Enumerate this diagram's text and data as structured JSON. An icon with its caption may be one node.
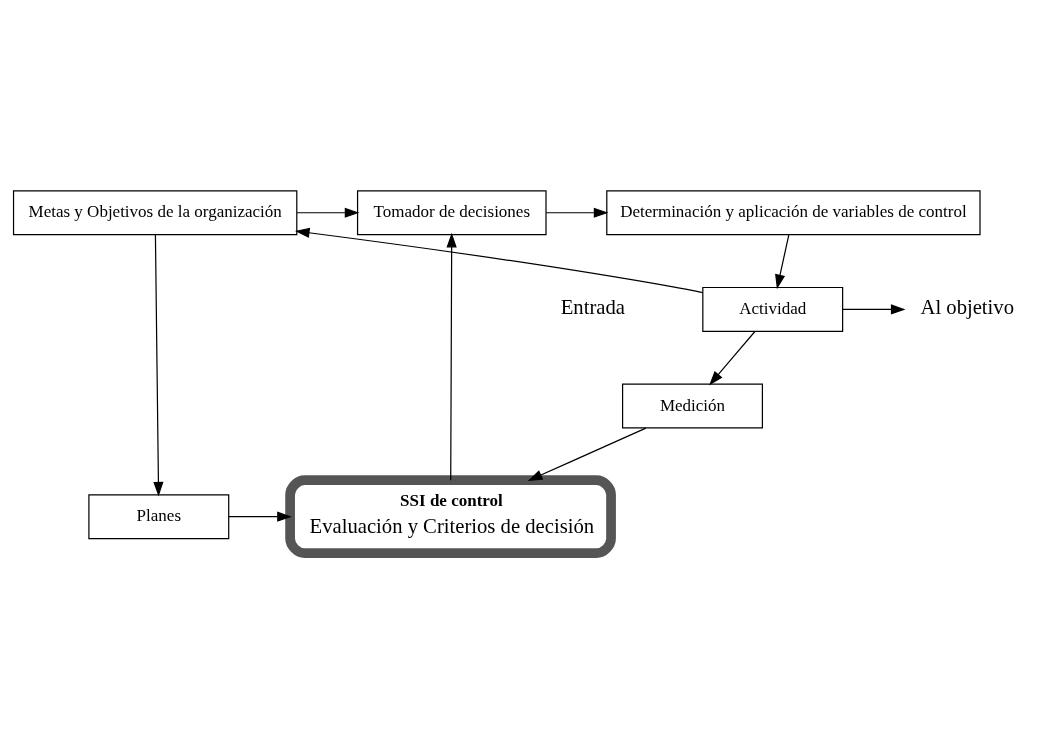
{
  "diagram": {
    "nodes": [
      {
        "text": [
          "Determinación y aplicación de variables de control"
        ]
      },
      {
        "text": [
          "Tomador de decisiones"
        ]
      },
      {
        "text": [
          "Metas y Objetivos de la organización"
        ]
      },
      {
        "text": [
          "SSI de control",
          "Evaluación y Criterios de decisión"
        ]
      },
      {
        "text": [
          "Planes"
        ]
      },
      {
        "text": [
          "Medición"
        ]
      },
      {
        "text": [
          "Actividad"
        ]
      },
      {
        "text": [
          "Al objetivo"
        ]
      }
    ],
    "edges": [
      {
        "from": 2,
        "to": 1,
        "arrow": "to"
      },
      {
        "from": 1,
        "to": 0,
        "arrow": "to"
      },
      {
        "from": 0,
        "to": 6,
        "arrow": "to"
      },
      {
        "from": 6,
        "to": 7,
        "arrow": "to"
      },
      {
        "from": 6,
        "to": 5,
        "arrow": "to"
      },
      {
        "from": 5,
        "to": 3,
        "arrow": "to"
      },
      {
        "from": 3,
        "to": 1,
        "arrow": "to"
      },
      {
        "from": 2,
        "to": 4,
        "arrow": "to"
      },
      {
        "from": 4,
        "to": 3,
        "arrow": "to"
      },
      {
        "from": 6,
        "to": 2,
        "arrow": "to"
      }
    ],
    "labels": [
      "Entrada"
    ]
  }
}
